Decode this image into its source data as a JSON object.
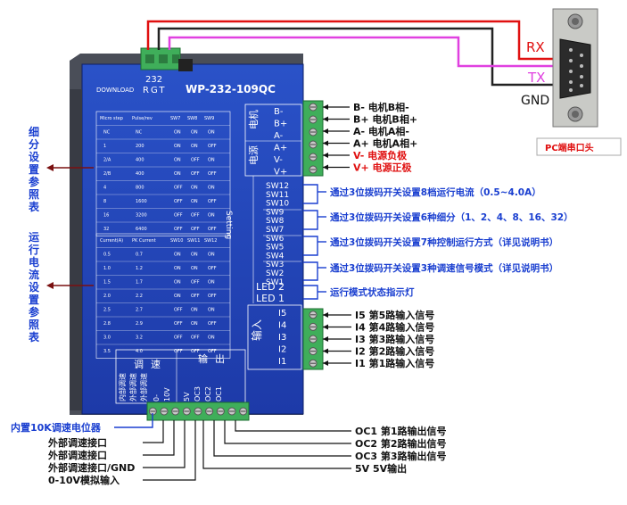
{
  "driver": {
    "download": "DOWNLOAD",
    "model_num": "232",
    "brand": "RGT",
    "model": "WP-232-109QC",
    "label_motor": "电机",
    "label_power": "电源",
    "label_setting": "Setting",
    "label_input": "输入",
    "label_speed": "调速",
    "label_output": "输出",
    "bottom_pins": [
      "内部调速",
      "外部调速",
      "外部调速",
      "0-",
      "10V",
      "5V",
      "OC3",
      "OC2",
      "OC1"
    ],
    "micro_table": {
      "headers": [
        "Micro step",
        "Pulse/rev",
        "SW7",
        "SW8",
        "SW9"
      ],
      "rows": [
        [
          "NC",
          "NC",
          "ON",
          "ON",
          "ON"
        ],
        [
          "1",
          "200",
          "ON",
          "ON",
          "OFF"
        ],
        [
          "2/A",
          "400",
          "ON",
          "OFF",
          "ON"
        ],
        [
          "2/B",
          "400",
          "ON",
          "OFF",
          "OFF"
        ],
        [
          "4",
          "800",
          "OFF",
          "ON",
          "ON"
        ],
        [
          "8",
          "1600",
          "OFF",
          "ON",
          "OFF"
        ],
        [
          "16",
          "3200",
          "OFF",
          "OFF",
          "ON"
        ],
        [
          "32",
          "6400",
          "OFF",
          "OFF",
          "OFF"
        ]
      ]
    },
    "current_table": {
      "headers": [
        "Current(A)",
        "PK Current",
        "SW10",
        "SW11",
        "SW12"
      ],
      "rows": [
        [
          "0.5",
          "0.7",
          "ON",
          "ON",
          "ON"
        ],
        [
          "1.0",
          "1.2",
          "ON",
          "ON",
          "OFF"
        ],
        [
          "1.5",
          "1.7",
          "ON",
          "OFF",
          "ON"
        ],
        [
          "2.0",
          "2.2",
          "ON",
          "OFF",
          "OFF"
        ],
        [
          "2.5",
          "2.7",
          "OFF",
          "ON",
          "ON"
        ],
        [
          "2.8",
          "2.9",
          "OFF",
          "ON",
          "OFF"
        ],
        [
          "3.0",
          "3.2",
          "OFF",
          "OFF",
          "ON"
        ],
        [
          "3.5",
          "4.0",
          "OFF",
          "OFF",
          "OFF"
        ]
      ]
    },
    "switches": [
      "SW12",
      "SW11",
      "SW10",
      "SW9",
      "SW8",
      "SW7",
      "SW6",
      "SW5",
      "SW4",
      "SW3",
      "SW2",
      "SW1"
    ],
    "leds": [
      "LED 2",
      "LED 1"
    ],
    "right_pins": [
      "B-",
      "B+",
      "A-",
      "A+",
      "V-",
      "V+"
    ],
    "input_pins": [
      "I5",
      "I4",
      "I3",
      "I2",
      "I1"
    ]
  },
  "serial": {
    "rx": "RX",
    "tx": "TX",
    "gnd": "GND",
    "caption": "PC端串口头"
  },
  "left_notes": {
    "subdivision": "细分设置参照表",
    "current": "运行电流设置参照表"
  },
  "terminal_labels": [
    {
      "text": "B-  电机B相-",
      "color": "#111111"
    },
    {
      "text": "B+ 电机B相+",
      "color": "#111111"
    },
    {
      "text": "A-  电机A相-",
      "color": "#111111"
    },
    {
      "text": "A+ 电机A相+",
      "color": "#111111"
    },
    {
      "text": "V-  电源负极",
      "color": "#e01010"
    },
    {
      "text": "V+ 电源正极",
      "color": "#e01010"
    }
  ],
  "switch_notes": [
    "通过3位拨码开关设置8档运行电流（0.5~4.0A）",
    "通过3位拨码开关设置6种细分（1、2、4、8、16、32）",
    "通过3位拨码开关设置7种控制运行方式（详见说明书）",
    "通过3位拨码开关设置3种调速信号模式（详见说明书）",
    "运行模式状态指示灯"
  ],
  "input_labels": [
    "I5 第5路输入信号",
    "I4 第4路输入信号",
    "I3 第3路输入信号",
    "I2 第2路输入信号",
    "I1 第1路输入信号"
  ],
  "output_labels": [
    "OC1 第1路输出信号",
    "OC2 第2路输出信号",
    "OC3 第3路输出信号",
    "5V    5V输出"
  ],
  "bottom_left_labels": [
    {
      "text": "内置10K调速电位器",
      "color": "#1a3fd0"
    },
    {
      "text": "外部调速接口",
      "color": "#111111"
    },
    {
      "text": "外部调速接口",
      "color": "#111111"
    },
    {
      "text": "外部调速接口/GND",
      "color": "#111111"
    },
    {
      "text": "0-10V模拟输入",
      "color": "#111111"
    }
  ],
  "colors": {
    "panel": "#2346b8",
    "terminal": "#3fae5a",
    "wire_red": "#e01010",
    "wire_magenta": "#e040e0",
    "wire_black": "#111111",
    "accent_blue": "#1a3fd0"
  }
}
